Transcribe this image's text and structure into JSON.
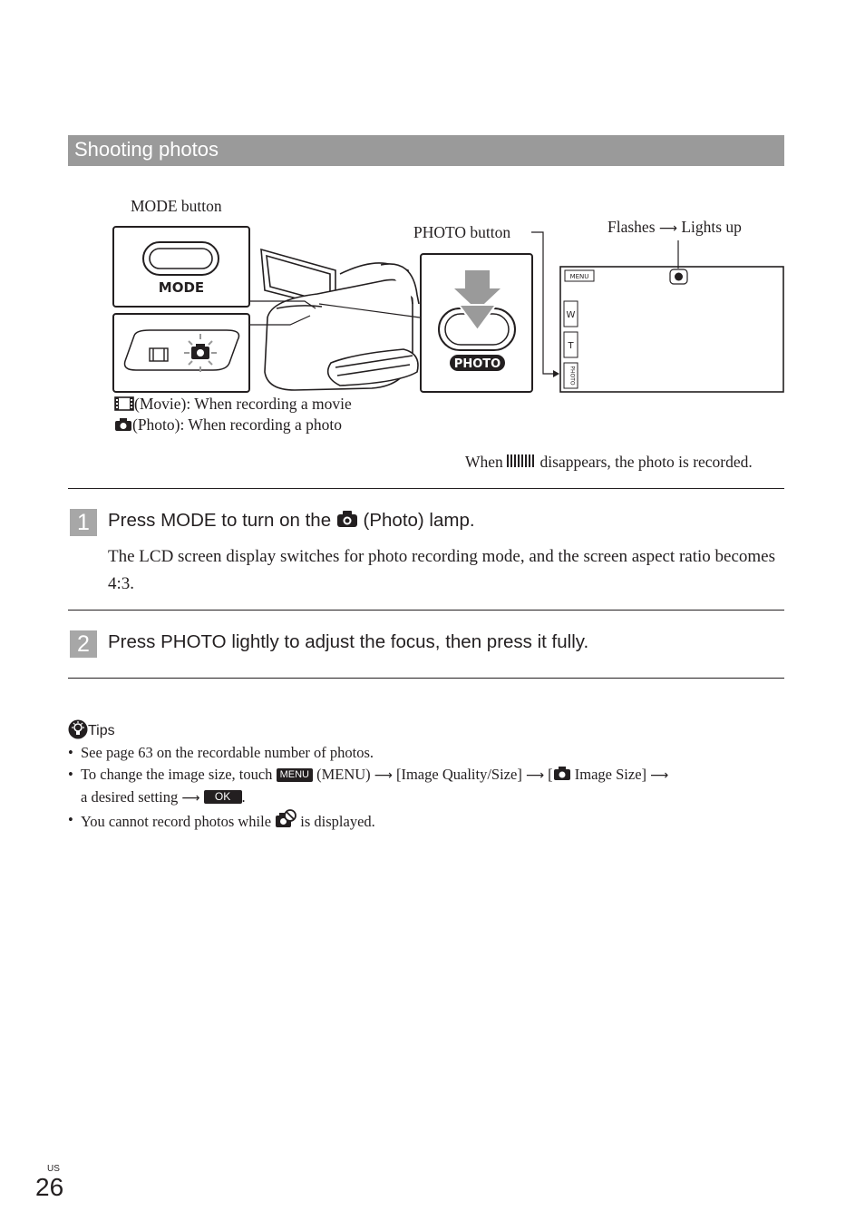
{
  "section_title": "Shooting photos",
  "figure": {
    "mode_button_label": "MODE button",
    "mode_button_text": "MODE",
    "photo_button_label": "PHOTO button",
    "photo_button_text": "PHOTO",
    "flashes_label": "Flashes",
    "lights_up_label": "Lights up",
    "lcd_menu": "MENU",
    "lcd_w": "W",
    "lcd_t": "T",
    "lcd_photo": "PHOTO",
    "movie_caption": "(Movie): When recording a movie",
    "photo_caption": "(Photo): When recording a photo",
    "when_prefix": "When",
    "when_suffix": "disappears, the photo is recorded."
  },
  "steps": [
    {
      "number": "1",
      "title_prefix": "Press MODE to turn on the",
      "title_suffix": "(Photo) lamp.",
      "body": "The LCD screen display switches for photo recording mode, and the screen aspect ratio becomes 4:3."
    },
    {
      "number": "2",
      "title": "Press PHOTO lightly to adjust the focus, then press it fully."
    }
  ],
  "tips": {
    "heading": "Tips",
    "item1": "See page 63 on the recordable number of photos.",
    "item2_a": "To change the image size, touch",
    "item2_menu_chip": "MENU",
    "item2_b": "(MENU)",
    "item2_c": "[Image Quality/Size]",
    "item2_d": "[",
    "item2_e": "Image Size]",
    "item2_f": "a desired setting",
    "item2_ok_chip": "OK",
    "item2_g": ".",
    "item3_a": "You cannot record photos while",
    "item3_b": "is displayed."
  },
  "footer": {
    "region": "US",
    "page_number": "26"
  }
}
